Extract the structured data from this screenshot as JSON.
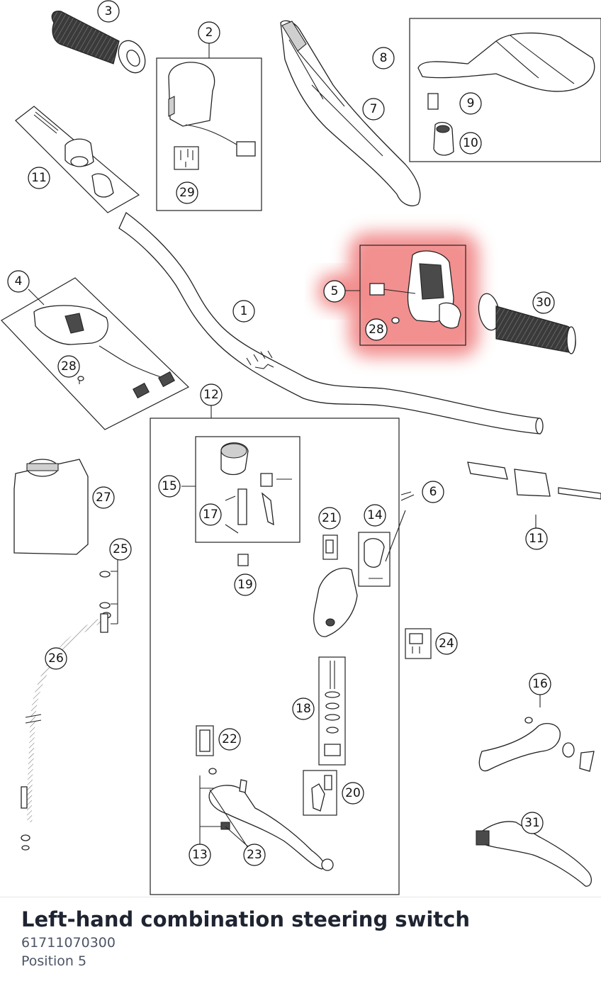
{
  "diagram": {
    "callouts": [
      "1",
      "2",
      "3",
      "4",
      "5",
      "6",
      "7",
      "8",
      "9",
      "10",
      "11",
      "11",
      "12",
      "13",
      "14",
      "15",
      "16",
      "17",
      "18",
      "19",
      "20",
      "21",
      "22",
      "23",
      "23",
      "24",
      "25",
      "26",
      "27",
      "28",
      "28",
      "29",
      "30",
      "31"
    ],
    "highlighted_position": "5",
    "highlight_color": "#f07c7c"
  },
  "info": {
    "title": "Left-hand combination steering switch",
    "part_number": "61711070300",
    "position": "Position 5"
  }
}
